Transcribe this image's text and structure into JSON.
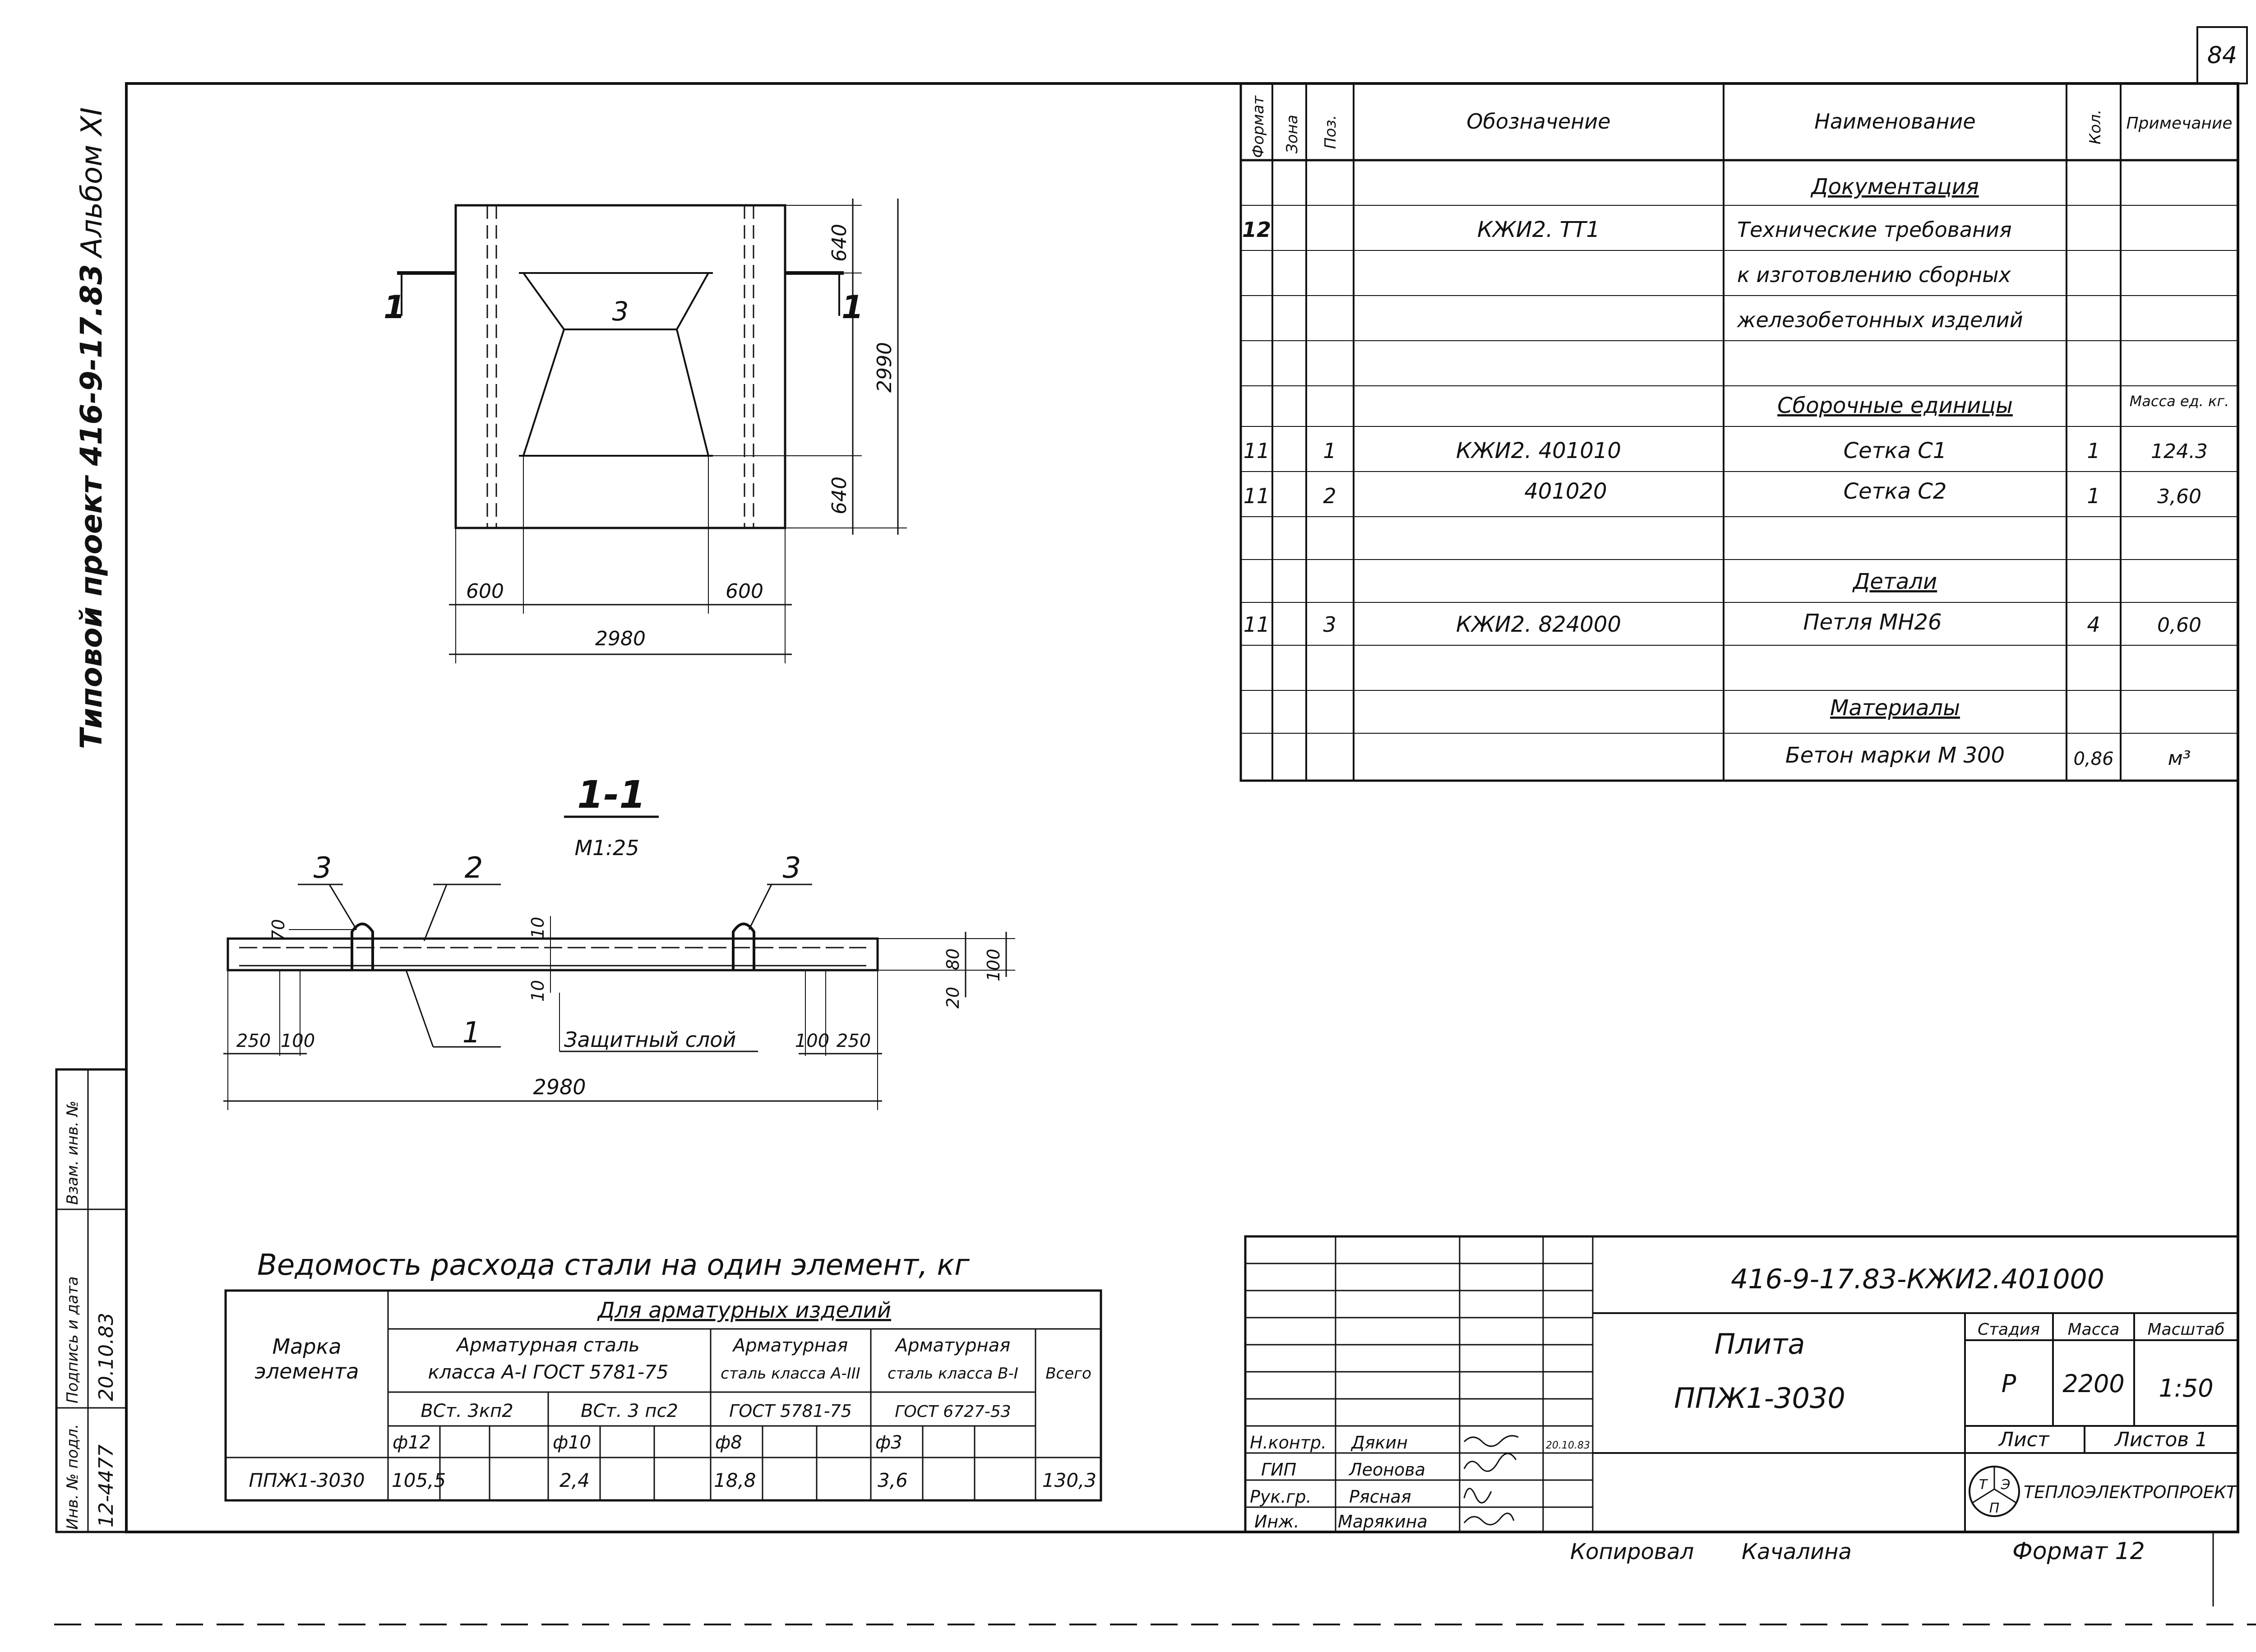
{
  "page_number": "84",
  "side": {
    "album": "Альбом XI",
    "project": "Типовой проект 416-9-17.83",
    "stamp_heads": [
      "Инв. № подл.",
      "Подпись и дата",
      "Взам. инв. №"
    ],
    "inv_no": "12-4477",
    "sign_date": "20.10.83"
  },
  "plan": {
    "section_left": "1",
    "section_right": "1",
    "loop_mark": "3",
    "dim_640_top": "640",
    "dim_640_bottom": "640",
    "dim_2990": "2990",
    "dim_600_left": "600",
    "dim_600_right": "600",
    "dim_2980": "2980"
  },
  "section": {
    "title": "1-1",
    "scale": "М1:25",
    "mark_3_left": "3",
    "mark_2": "2",
    "mark_3_right": "3",
    "mark_1": "1",
    "dim_70": "70",
    "dim_10_top": "10",
    "dim_10_bottom": "10",
    "dim_80": "80",
    "dim_20": "20",
    "dim_100_right": "100",
    "dim_250_left": "250",
    "dim_100_left": "100",
    "dim_100_r2": "100",
    "dim_250_right": "250",
    "cover_label": "Защитный слой",
    "dim_2980": "2980"
  },
  "spec": {
    "headers": {
      "format": "Формат",
      "zone": "Зона",
      "pos": "Поз.",
      "designation": "Обозначение",
      "name": "Наименование",
      "qty": "Кол.",
      "note": "Примечание"
    },
    "sec_docs": "Документация",
    "doc_format": "12",
    "doc_designation": "КЖИ2. ТТ1",
    "doc_name_1": "Технические требования",
    "doc_name_2": "к изготовлению сборных",
    "doc_name_3": "железобетонных изделий",
    "sec_units": "Сборочные единицы",
    "mass_unit_note": "Масса ед. кг.",
    "rows": [
      {
        "format": "11",
        "pos": "1",
        "designation": "КЖИ2. 401010",
        "name": "Сетка С1",
        "qty": "1",
        "note": "124.3"
      },
      {
        "format": "11",
        "pos": "2",
        "designation": "401020",
        "name": "Сетка С2",
        "qty": "1",
        "note": "3,60"
      }
    ],
    "sec_parts": "Детали",
    "part": {
      "format": "11",
      "pos": "3",
      "designation": "КЖИ2. 824000",
      "name": "Петля МН26",
      "qty": "4",
      "note": "0,60"
    },
    "sec_materials": "Материалы",
    "material": {
      "name": "Бетон марки М 300",
      "qty": "0,86",
      "note": "м³"
    }
  },
  "steel": {
    "title": "Ведомость расхода стали на один элемент, кг",
    "mark_head": "Марка элемента",
    "group_head": "Для арматурных изделий",
    "class1_l1": "Арматурная сталь",
    "class1_l2": "класса А-I ГОСТ 5781-75",
    "class2_l1": "Арматурная",
    "class2_l2": "сталь класса А-III",
    "class3_l1": "Арматурная",
    "class3_l2": "сталь класса В-I",
    "total_head": "Всего",
    "grade1": "ВСт. 3кп2",
    "grade2": "ВСт. 3 пс2",
    "gost2": "ГОСТ 5781-75",
    "gost3": "ГОСТ 6727-53",
    "d12": "ф12",
    "d10": "ф10",
    "d8": "ф8",
    "d3": "ф3",
    "row_mark": "ППЖ1-3030",
    "v12": "105,5",
    "v10": "2,4",
    "v8": "18,8",
    "v3": "3,6",
    "total": "130,3"
  },
  "title_block": {
    "code": "416-9-17.83-КЖИ2.401000",
    "name_1": "Плита",
    "name_2": "ППЖ1-3030",
    "stage_h": "Стадия",
    "mass_h": "Масса",
    "scale_h": "Масштаб",
    "stage": "Р",
    "mass": "2200",
    "scale": "1:50",
    "sheet_h": "Лист",
    "sheets_h": "Листов 1",
    "org": "ТЕПЛОЭЛЕКТРОПРОЕКТ",
    "logo_letters": [
      "Т",
      "Э",
      "П"
    ],
    "roles": [
      {
        "role": "Н.контр.",
        "name": "Дякин"
      },
      {
        "role": "ГИП",
        "name": "Леонова"
      },
      {
        "role": "Рук.гр.",
        "name": "Рясная"
      },
      {
        "role": "Инж.",
        "name": "Марякина"
      }
    ],
    "date_note": "20.10.83"
  },
  "footer": {
    "copied": "Копировал",
    "copier": "Качалина",
    "format": "Формат 12"
  }
}
